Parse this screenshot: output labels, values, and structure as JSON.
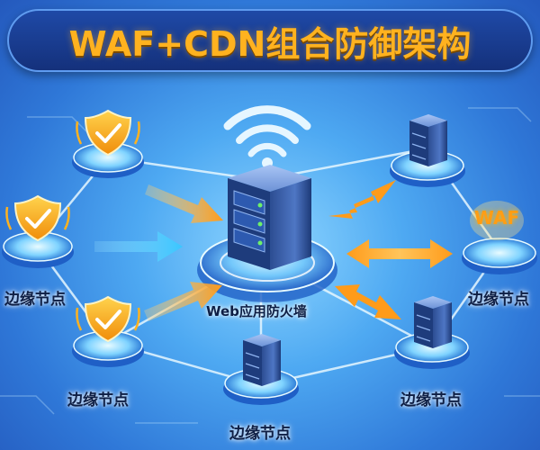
{
  "title": "WAF+CDN组合防御架构",
  "center": {
    "label": "Web应用防火墙"
  },
  "nodes": [
    {
      "label": "边缘节点"
    },
    {
      "label": "边缘节点"
    },
    {
      "label": "边缘节点"
    },
    {
      "label": "边缘节点"
    },
    {
      "label": "边缘节点"
    }
  ],
  "waf_badge": "WAF",
  "colors": {
    "title": "#ffb21f",
    "banner": "#14307a",
    "shield": "#ffb21f",
    "arrow_orange": "#ff9b1a",
    "arrow_blue": "#4fc8ff",
    "server": "#3a5fa8"
  }
}
